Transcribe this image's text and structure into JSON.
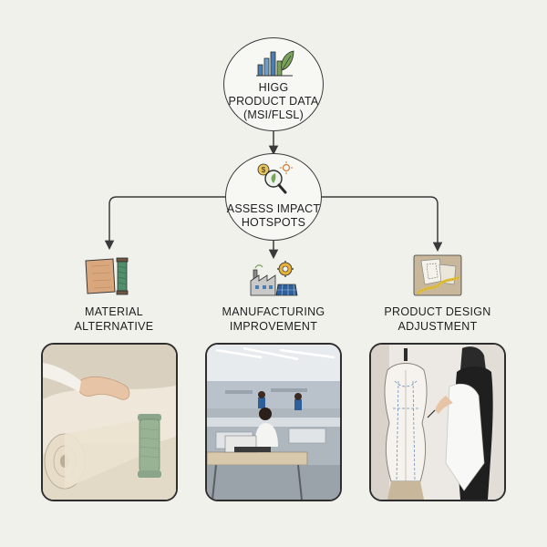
{
  "nodes": {
    "data_line1": "HIGG",
    "data_line2": "PRODUCT DATA",
    "data_line3": "(MSI/FLSL)",
    "assess_line1": "ASSESS IMPACT",
    "assess_line2": "HOTSPOTS"
  },
  "branches": [
    {
      "line1": "MATERIAL",
      "line2": "ALTERNATIVE"
    },
    {
      "line1": "MANUFACTURING",
      "line2": "IMPROVEMENT"
    },
    {
      "line1": "PRODUCT DESIGN",
      "line2": "ADJUSTMENT"
    }
  ],
  "icons": {
    "top": "bar-chart-leaf-icon",
    "assess": "magnifier-sustainability-icon",
    "material": "fabric-thread-spool-icon",
    "manufacturing": "factory-solar-gear-icon",
    "design": "sewing-pattern-measuring-tape-icon"
  },
  "colors": {
    "background": "#f1f1ec",
    "outline": "#3a3a3a",
    "accent_green": "#7aa35a",
    "accent_teal": "#3f8f8a"
  }
}
